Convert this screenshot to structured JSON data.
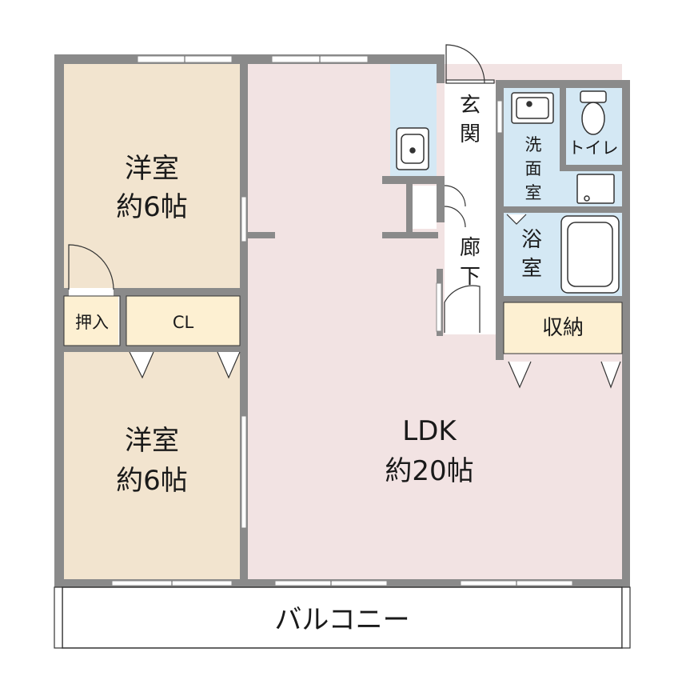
{
  "rooms": {
    "western_room_top": {
      "name": "洋室",
      "size": "約6帖"
    },
    "western_room_bottom": {
      "name": "洋室",
      "size": "約6帖"
    },
    "oshiire": {
      "name": "押入"
    },
    "closet": {
      "name": "CL"
    },
    "ldk": {
      "name": "LDK",
      "size": "約20帖"
    },
    "entrance": {
      "name_lines": [
        "玄",
        "関"
      ]
    },
    "washroom": {
      "name_lines": [
        "洗",
        "面",
        "室"
      ]
    },
    "toilet": {
      "name": "トイレ"
    },
    "corridor": {
      "name_lines": [
        "廊",
        "下"
      ]
    },
    "bathroom": {
      "name_lines": [
        "浴",
        "室"
      ]
    },
    "storage": {
      "name": "収納"
    },
    "balcony": {
      "name": "バルコニー"
    }
  },
  "colors": {
    "wall": "#8a8a8a",
    "western_room": "#f2e4cf",
    "ldk": "#f2e3e3",
    "storage": "#fdf0d2",
    "wet_area": "#d4e8f4",
    "white": "#ffffff",
    "line": "#333333"
  }
}
